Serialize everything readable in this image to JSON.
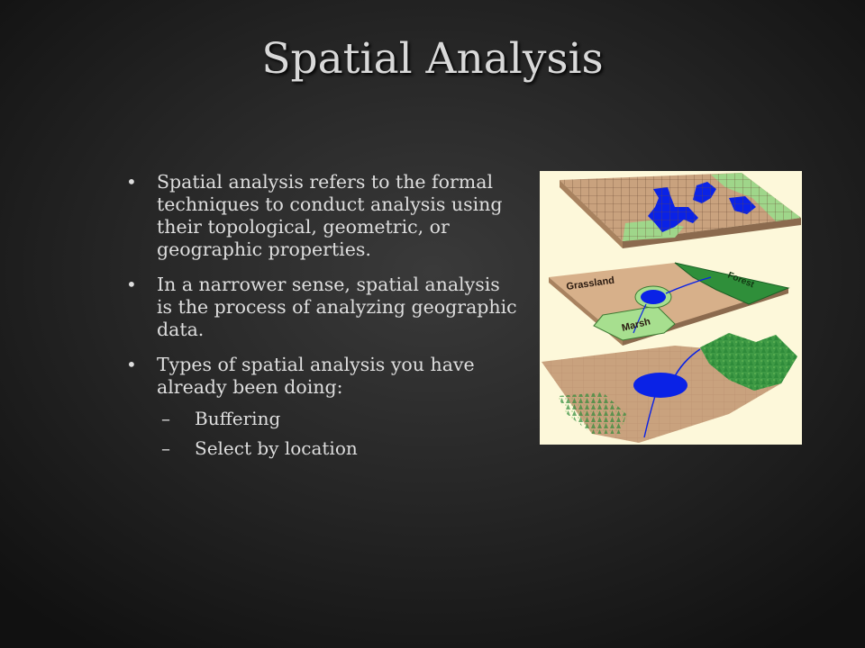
{
  "slide": {
    "title": "Spatial Analysis",
    "bullets": [
      {
        "text": "Spatial analysis refers to the formal techniques to conduct analysis using their topological, geometric, or geographic properties.",
        "subitems": []
      },
      {
        "text": "In a narrower sense, spatial analysis is the process of analyzing geographic data.",
        "subitems": []
      },
      {
        "text": "Types of spatial analysis you have already been doing:",
        "subitems": [
          "Buffering",
          "Select by location"
        ]
      }
    ],
    "bullet_glyph": "•",
    "sub_glyph": "–"
  },
  "figure": {
    "labels": {
      "grassland": "Grassland",
      "forest": "Forest",
      "marsh": "Marsh"
    },
    "colors": {
      "background": "#fdf8da",
      "land": "#c9a27e",
      "forest": "#2f8f3a",
      "grid_green": "#9fd68a",
      "water": "#0a22e6"
    }
  }
}
